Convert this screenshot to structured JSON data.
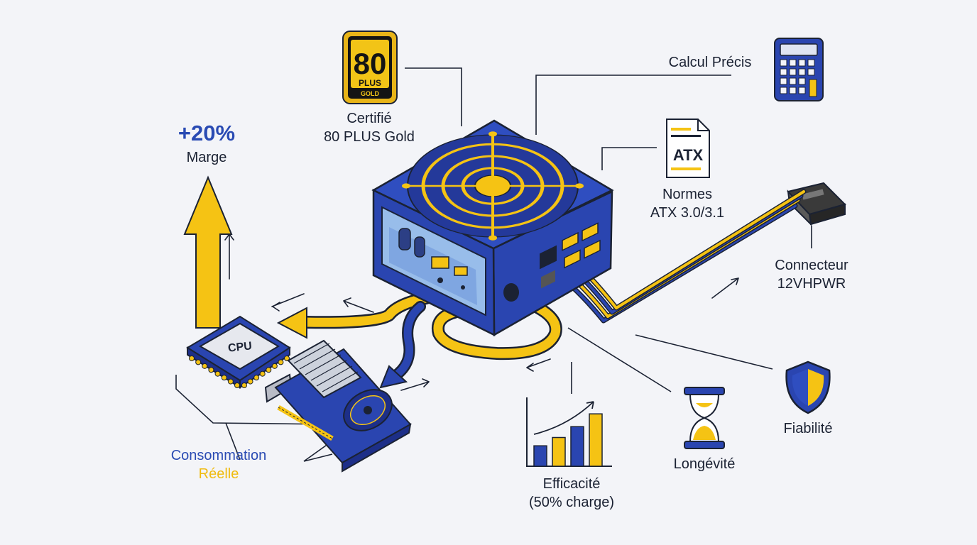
{
  "labels": {
    "margin_value": "+20%",
    "margin_label": "Marge",
    "cert_line1": "Certifié",
    "cert_line2": "80 PLUS Gold",
    "calc": "Calcul Précis",
    "norms_line1": "Normes",
    "norms_line2": "ATX 3.0/3.1",
    "connector_line1": "Connecteur",
    "connector_line2": "12VHPWR",
    "consumption_line1": "Consommation",
    "consumption_line2": "Réelle",
    "efficiency_line1": "Efficacité",
    "efficiency_line2": "(50% charge)",
    "longevity": "Longévité",
    "reliability": "Fiabilité"
  },
  "badge": {
    "big": "80",
    "mid": "PLUS",
    "small": "GOLD"
  },
  "document_tag": "ATX",
  "cpu_tag": "CPU",
  "efficiency_bars": [
    0.32,
    0.45,
    0.62,
    0.82
  ],
  "colors": {
    "blue": "#2a45b0",
    "blue_dark": "#1d2f88",
    "gold": "#f5c314",
    "ink": "#1b2233",
    "background": "#f3f4f8"
  },
  "icons": [
    "gold-badge-icon",
    "calculator-icon",
    "document-icon",
    "hourglass-icon",
    "shield-icon",
    "bar-chart-icon",
    "arrow-up-icon",
    "cpu-icon",
    "gpu-icon",
    "psu-icon",
    "connector-icon"
  ]
}
